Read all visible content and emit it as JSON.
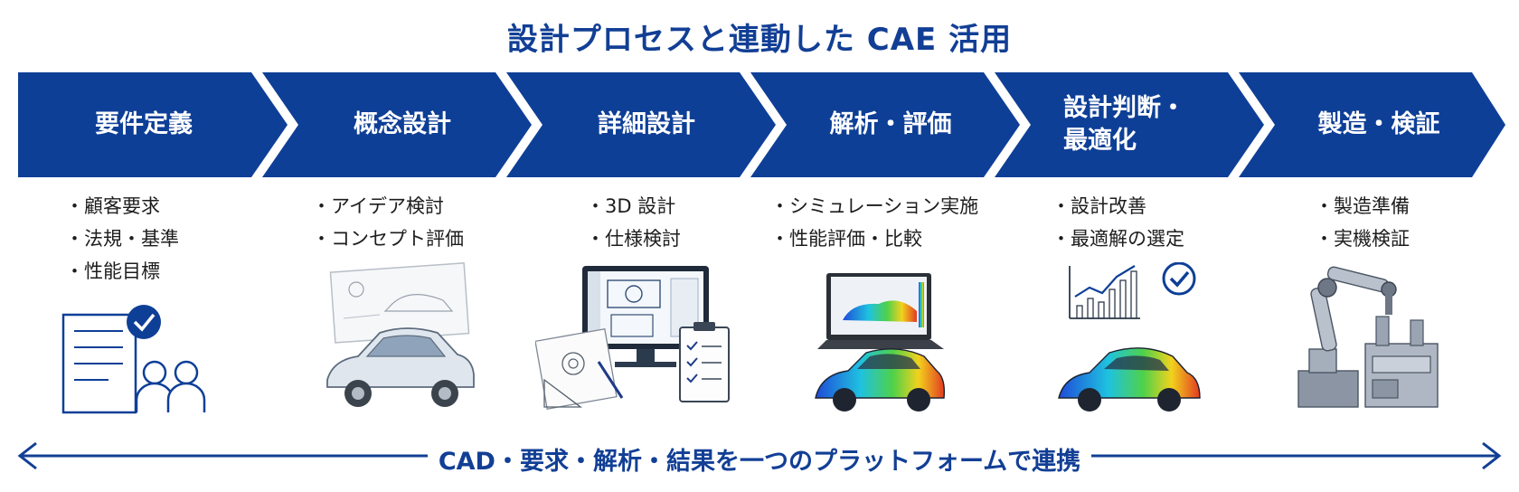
{
  "title": "設計プロセスと連動した CAE 活用",
  "brand_color": "#0e3f97",
  "stages": [
    {
      "label": "要件定義",
      "bullets": [
        "顧客要求",
        "法規・基準",
        "性能目標"
      ],
      "icon": "requirements-document-icon"
    },
    {
      "label": "概念設計",
      "bullets": [
        "アイデア検討",
        "コンセプト評価"
      ],
      "icon": "concept-car-sketch-icon"
    },
    {
      "label": "詳細設計",
      "bullets": [
        "3D 設計",
        "仕様検討"
      ],
      "icon": "cad-monitor-icon"
    },
    {
      "label": "解析・評価",
      "bullets": [
        "シミュレーション実施",
        "性能評価・比較"
      ],
      "icon": "fea-laptop-icon"
    },
    {
      "label": "設計判断・\n最適化",
      "bullets": [
        "設計改善",
        "最適解の選定"
      ],
      "icon": "optimization-chart-icon"
    },
    {
      "label": "製造・検証",
      "bullets": [
        "製造準備",
        "実機検証"
      ],
      "icon": "robot-arm-icon"
    }
  ],
  "footer": "CAD・要求・解析・結果を一つのプラットフォームで連携"
}
